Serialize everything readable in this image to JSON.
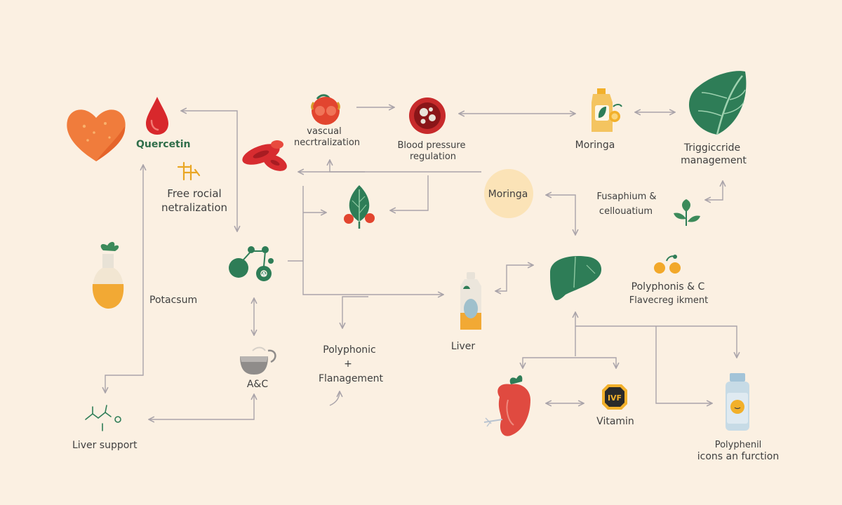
{
  "labels": {
    "quercetin": "Quercetin",
    "free_radical": "Free rocial",
    "neutralization": "netralization",
    "potassium": "Potacsum",
    "liver_support": "Liver support",
    "ac": "A&C",
    "vascular_1": "vascual",
    "vascular_2": "necrtralization",
    "blood_pressure_1": "Blood pressure",
    "blood_pressure_2": "regulation",
    "moringa_top": "Moringa",
    "triglyceride_1": "Triggiccride",
    "triglyceride_2": "management",
    "moringa_center": "Moringa",
    "fusaphium_1": "Fusaphium &",
    "fusaphium_2": "cellouatium",
    "polyphonic_c_1": "Polyphonis & C",
    "polyphonic_c_2": "Flavecreg ikment",
    "polyphonic_1": "Polyphonic",
    "polyphonic_plus": "+",
    "polyphonic_2": "Flanagement",
    "liver": "Liver",
    "vitamin": "Vitamin",
    "polyphenol_1": "Polyphenil",
    "polyphenol_2": "icons an furction"
  },
  "icons": {
    "vitamin_badge": "IVF",
    "cup_letter": "A"
  },
  "colors": {
    "background": "#fbf0e2",
    "arrow": "#a9a3a9",
    "green": "#2e7d57",
    "red": "#d8322f",
    "orange": "#f08a3c",
    "yellow": "#f2b02a",
    "peach_circle": "#fbe3b7"
  }
}
